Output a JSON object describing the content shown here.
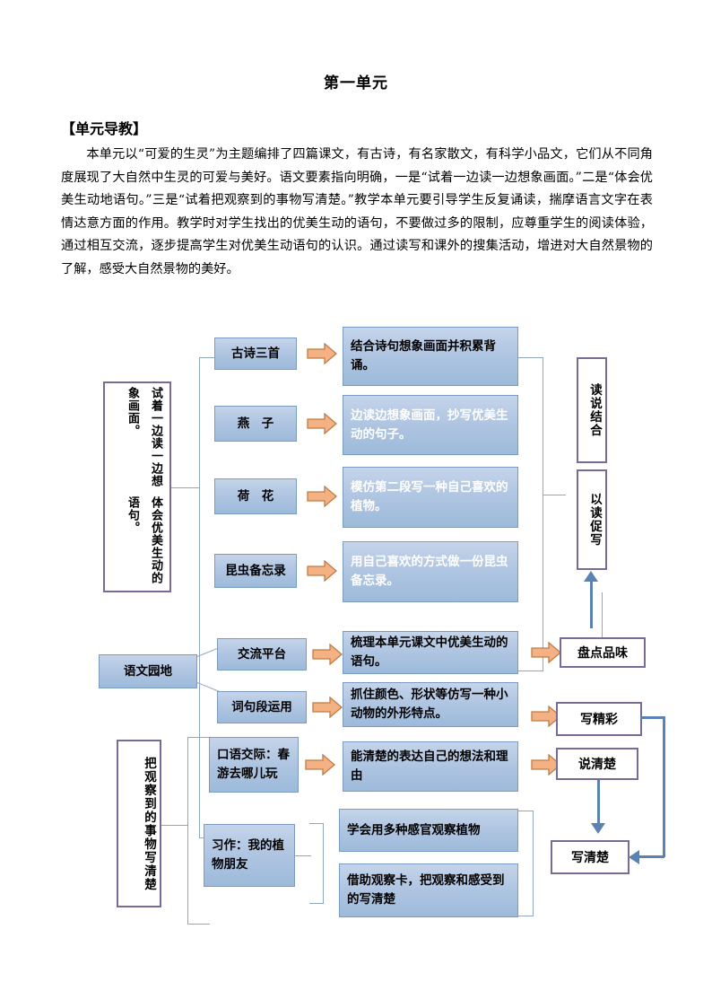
{
  "document": {
    "title": "第一单元",
    "section_heading": "【单元导教】",
    "paragraph": "本单元以“可爱的生灵”为主题编排了四篇课文，有古诗，有名家散文，有科学小品文，它们从不同角度展现了大自然中生灵的可爱与美好。语文要素指向明确，一是“试着一边读一边想象画面。”二是“体会优美生动地语句。”三是“试着把观察到的事物写清楚。”教学本单元要引导学生反复诵读，揣摩语言文字在表情达意方面的作用。教学时对学生找出的优美生动的语句，不要做过多的限制，应尊重学生的阅读体验，通过相互交流，逐步提高学生对优美生动语句的认识。通过读写和课外的搜集活动，增进对大自然景物的了解，感受大自然景物的美好。"
  },
  "colors": {
    "box_fill_top": "#c5d4ea",
    "box_fill_bottom": "#9dbada",
    "box_border": "#7a9cc0",
    "purple_border": "#7a6b96",
    "connector_line": "#8fa7c4",
    "thick_arrow": "#5b82b0",
    "orange_arrow_fill": "#f4b183",
    "orange_arrow_stroke": "#c07c45"
  },
  "diagram": {
    "goals": [
      {
        "id": "goal-reading",
        "text_col_right": "试着一边读一边想象画面。",
        "text_col_left": "体会优美生动的语句。"
      },
      {
        "id": "goal-writing",
        "text": "把观察到的事物写清楚"
      }
    ],
    "lessons": [
      {
        "label": "古诗三首",
        "outcome": "结合诗句想象画面并积累背诵。"
      },
      {
        "label": "燕　子",
        "outcome": "边读边想象画面，抄写优美生动的句子。"
      },
      {
        "label": "荷　花",
        "outcome": "模仿第二段写一种自己喜欢的植物。"
      },
      {
        "label": "昆虫备忘录",
        "outcome": "用自己喜欢的方式做一份昆虫备忘录。"
      }
    ],
    "garden": {
      "label": "语文园地",
      "items": [
        {
          "label": "交流平台",
          "outcome": "梳理本单元课文中优美生动的语句。"
        },
        {
          "label": "词句段运用",
          "outcome": "抓住颜色、形状等仿写一种小动物的外形特点。"
        }
      ]
    },
    "oral": {
      "label": "口语交际：春游去哪儿玩",
      "outcome": "能清楚的表达自己的想法和理由"
    },
    "composition": {
      "label": "习作：我的植物朋友",
      "outcomes": [
        "学会用多种感官观察植物",
        "借助观察卡，把观察和感受到的写清楚"
      ]
    },
    "results": [
      {
        "id": "result-read-speak",
        "text": "读说结合",
        "orientation": "vertical"
      },
      {
        "id": "result-read-write",
        "text": "以读促写",
        "orientation": "vertical"
      },
      {
        "id": "result-inventory",
        "text": "盘点品味",
        "orientation": "horizontal"
      },
      {
        "id": "result-write-well",
        "text": "写精彩",
        "orientation": "horizontal"
      },
      {
        "id": "result-speak-clear",
        "text": "说清楚",
        "orientation": "horizontal"
      },
      {
        "id": "result-write-clear",
        "text": "写清楚",
        "orientation": "horizontal"
      }
    ]
  }
}
